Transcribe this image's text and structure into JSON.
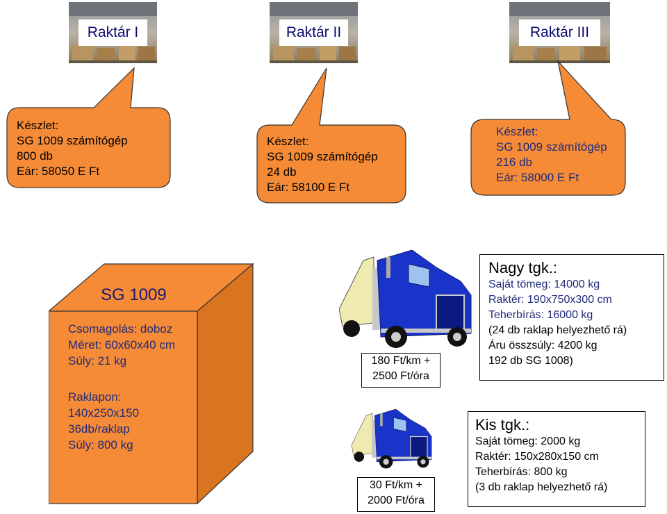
{
  "warehouses": [
    {
      "name": "Raktár I"
    },
    {
      "name": "Raktár II"
    },
    {
      "name": "Raktár III"
    }
  ],
  "callouts": [
    {
      "lines": [
        "Készlet:",
        "SG 1009 számítógép",
        "800 db",
        "Eár: 58050 E Ft"
      ]
    },
    {
      "lines": [
        "Készlet:",
        "SG 1009 számítógép",
        "24 db",
        "Eár: 58100 E Ft"
      ]
    },
    {
      "lines": [
        "Készlet:",
        "SG 1009 számítógép",
        "216 db",
        "Eár: 58000 E Ft"
      ]
    }
  ],
  "product": {
    "title": "SG 1009",
    "packaging": [
      "Csomagolás: doboz",
      "Méret: 60x60x40 cm",
      "Súly: 21 kg"
    ],
    "pallet": [
      "Raklapon:",
      "140x250x150",
      "36db/raklap",
      "Súly: 800 kg"
    ]
  },
  "trucks": {
    "large_price": [
      "180 Ft/km +",
      "2500 Ft/óra"
    ],
    "small_price": [
      "30 Ft/km +",
      "2000 Ft/óra"
    ]
  },
  "big_truck": {
    "title": "Nagy tgk.:",
    "lines": [
      "Saját tömeg: 14000 kg",
      "Raktér: 190x750x300 cm",
      "Teherbírás: 16000 kg",
      "(24 db raklap helyezhető rá)",
      "Áru összsúly: 4200 kg",
      "192 db SG 1008)"
    ]
  },
  "small_truck": {
    "title": "Kis tgk.:",
    "lines": [
      "Saját tömeg: 2000 kg",
      "Raktér: 150x280x150 cm",
      "Teherbírás: 800 kg",
      "(3 db raklap helyezhető rá)"
    ]
  },
  "colors": {
    "orange": "#f58b36",
    "orange_dark": "#d9741f",
    "truck_blue": "#1a33c8",
    "label_blue": "#0a0a6e"
  }
}
